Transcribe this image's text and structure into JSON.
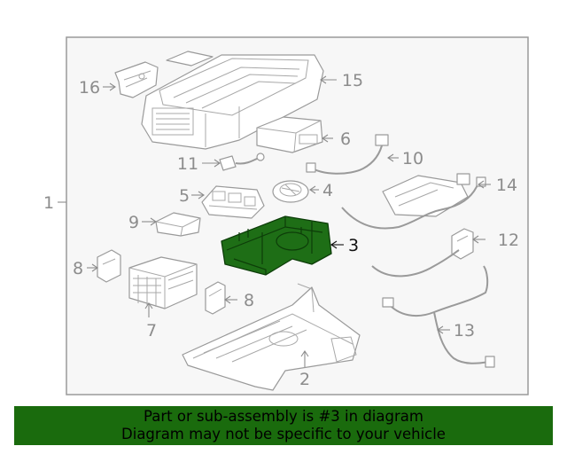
{
  "diagram": {
    "callouts": [
      {
        "id": "1",
        "label": "1"
      },
      {
        "id": "2",
        "label": "2"
      },
      {
        "id": "3",
        "label": "3"
      },
      {
        "id": "4",
        "label": "4"
      },
      {
        "id": "5",
        "label": "5"
      },
      {
        "id": "6",
        "label": "6"
      },
      {
        "id": "7",
        "label": "7"
      },
      {
        "id": "8a",
        "label": "8"
      },
      {
        "id": "8b",
        "label": "8"
      },
      {
        "id": "9",
        "label": "9"
      },
      {
        "id": "10",
        "label": "10"
      },
      {
        "id": "11",
        "label": "11"
      },
      {
        "id": "12",
        "label": "12"
      },
      {
        "id": "13",
        "label": "13"
      },
      {
        "id": "14",
        "label": "14"
      },
      {
        "id": "15",
        "label": "15"
      },
      {
        "id": "16",
        "label": "16"
      }
    ],
    "highlighted_part": "3",
    "colors": {
      "highlight_fill": "#1e6e16",
      "outline": "#9a9a9a",
      "frame": "#9a9a9a",
      "banner_bg": "#1a6b0d"
    }
  },
  "banner": {
    "line1": "Part or sub-assembly is #3 in diagram",
    "line2": "Diagram may not be specific to your vehicle"
  }
}
